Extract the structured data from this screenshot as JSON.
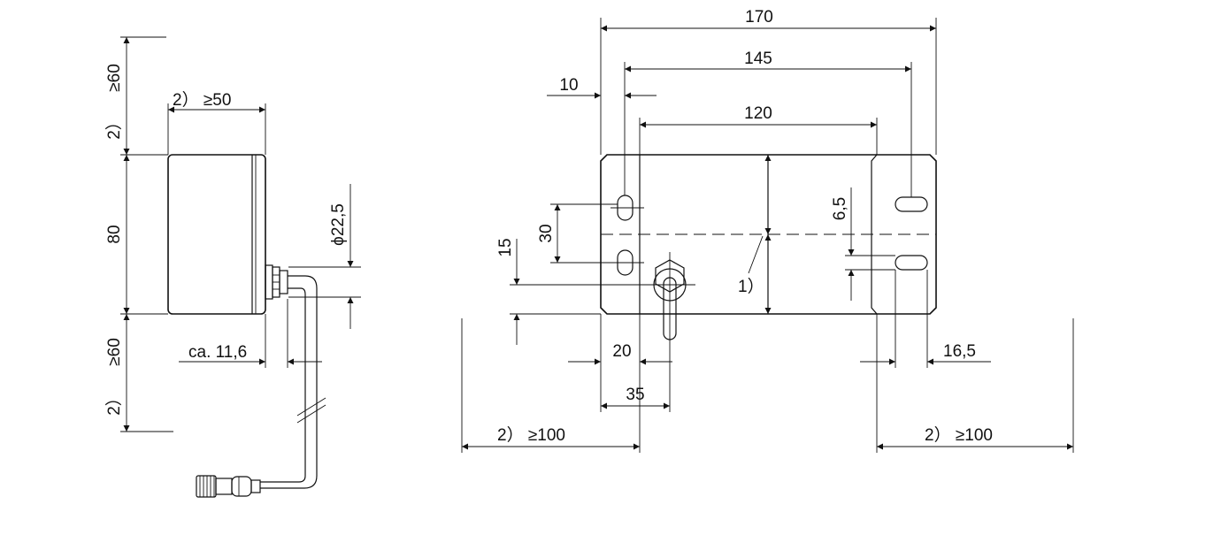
{
  "side_view": {
    "clear_top": "≥60",
    "clear_top_note": "2）",
    "clear_side": "2） ≥50",
    "height": "80",
    "cable_diameter": "ϕ22,5",
    "clear_bottom": "≥60",
    "clear_bottom_note": "2）",
    "cable_offset": "ca. 11,6"
  },
  "front_view": {
    "overall_width": "170",
    "hole_spacing": "145",
    "inner_width": "120",
    "hole_edge_offset": "10",
    "slot_height": "6,5",
    "slot_pitch": "30",
    "cable_height": "15",
    "reference_note": "1）",
    "cable_x1": "20",
    "cable_x2": "35",
    "slot_right_offset": "16,5",
    "clear_left": "2） ≥100",
    "clear_right": "2） ≥100"
  }
}
